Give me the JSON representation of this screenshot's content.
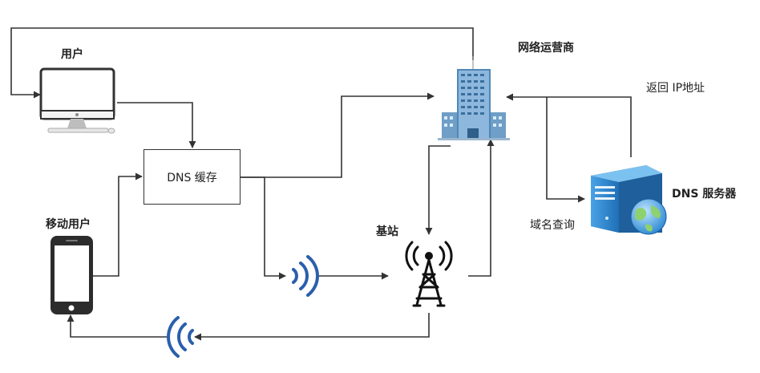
{
  "nodes": {
    "user": "用户",
    "mobile_user": "移动用户",
    "dns_cache": "DNS 缓存",
    "isp": "网络运营商",
    "base_station": "基站",
    "dns_server": "DNS 服务器"
  },
  "edges": {
    "return_ip": "返回 IP地址",
    "domain_query": "域名查询"
  },
  "colors": {
    "line": "#333333",
    "signal": "#2b5fad",
    "server": "#2e7fc4",
    "building": "#6f9ec6"
  },
  "icons": [
    "desktop-monitor-icon",
    "smartphone-icon",
    "office-building-icon",
    "cell-tower-icon",
    "server-globe-icon",
    "wireless-signal-icon"
  ]
}
